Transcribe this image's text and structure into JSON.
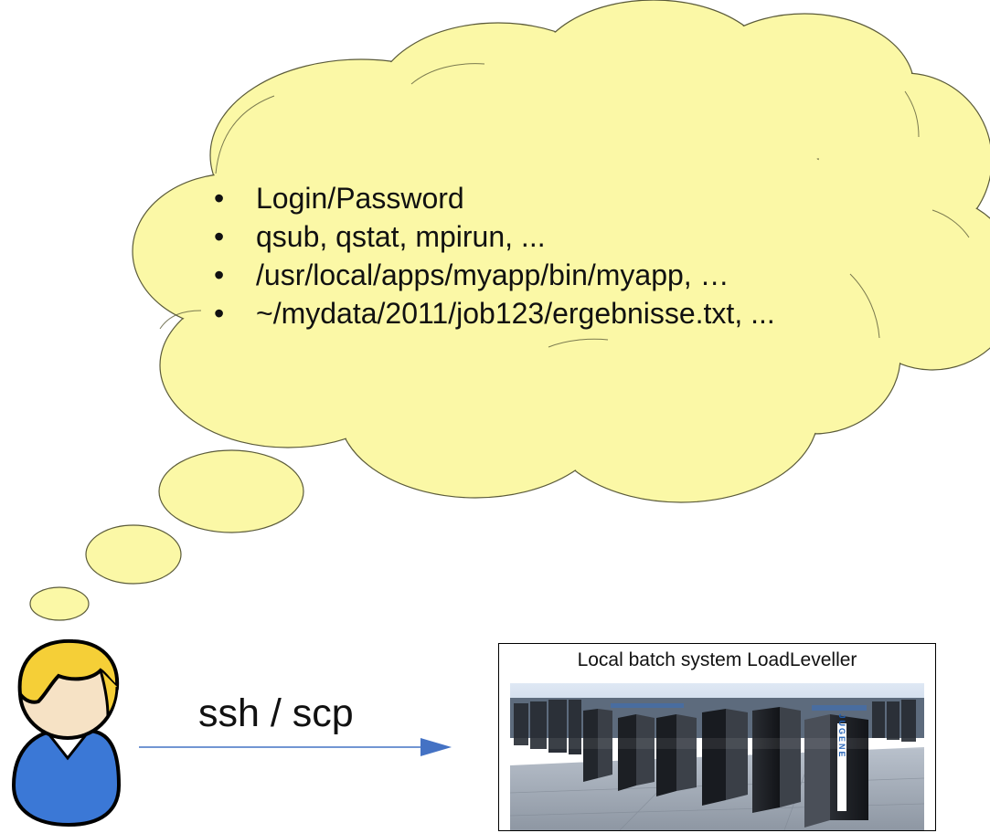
{
  "thought_cloud": {
    "bullets": [
      "Login/Password",
      "qsub, qstat, mpirun, ...",
      "/usr/local/apps/myapp/bin/myapp, …",
      "~/mydata/2011/job123/ergebnisse.txt, ..."
    ],
    "bullet_symbol": "•",
    "fill_color": "#fbf8a6",
    "stroke_color": "#5b5b3a"
  },
  "connection": {
    "label": "ssh / scp",
    "arrow_color": "#4472c4"
  },
  "user": {
    "icon": "user-avatar-icon",
    "hair_color": "#f5cf37",
    "shirt_color": "#3b78d6"
  },
  "batch_system": {
    "title": "Local batch system LoadLeveller",
    "photo_label": "JUGENE",
    "photo_icon": "supercomputer-photo"
  }
}
